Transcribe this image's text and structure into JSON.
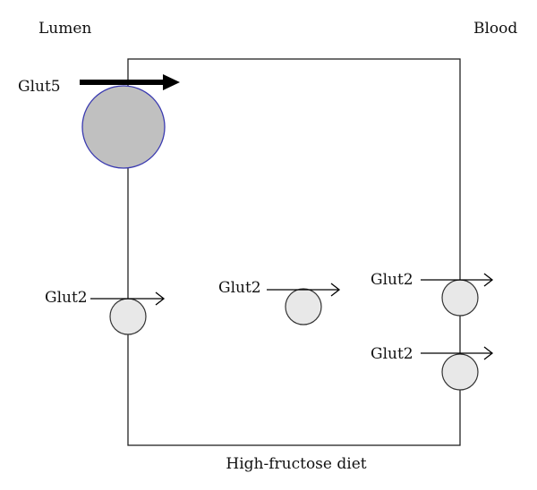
{
  "labels": {
    "lumen": "Lumen",
    "blood": "Blood",
    "caption": "High-fructose diet"
  },
  "transporters": {
    "glut5": "Glut5",
    "glut2_apical": "Glut2",
    "glut2_cytoplasm": "Glut2",
    "glut2_basolateral_upper": "Glut2",
    "glut2_basolateral_lower": "Glut2"
  },
  "colors": {
    "cell_outline": "#222222",
    "glut5_fill": "#c0c0c0",
    "glut5_stroke": "#3a3ab0",
    "glut2_fill": "#e8e8e8",
    "glut2_stroke": "#333333",
    "arrow": "#000000"
  }
}
